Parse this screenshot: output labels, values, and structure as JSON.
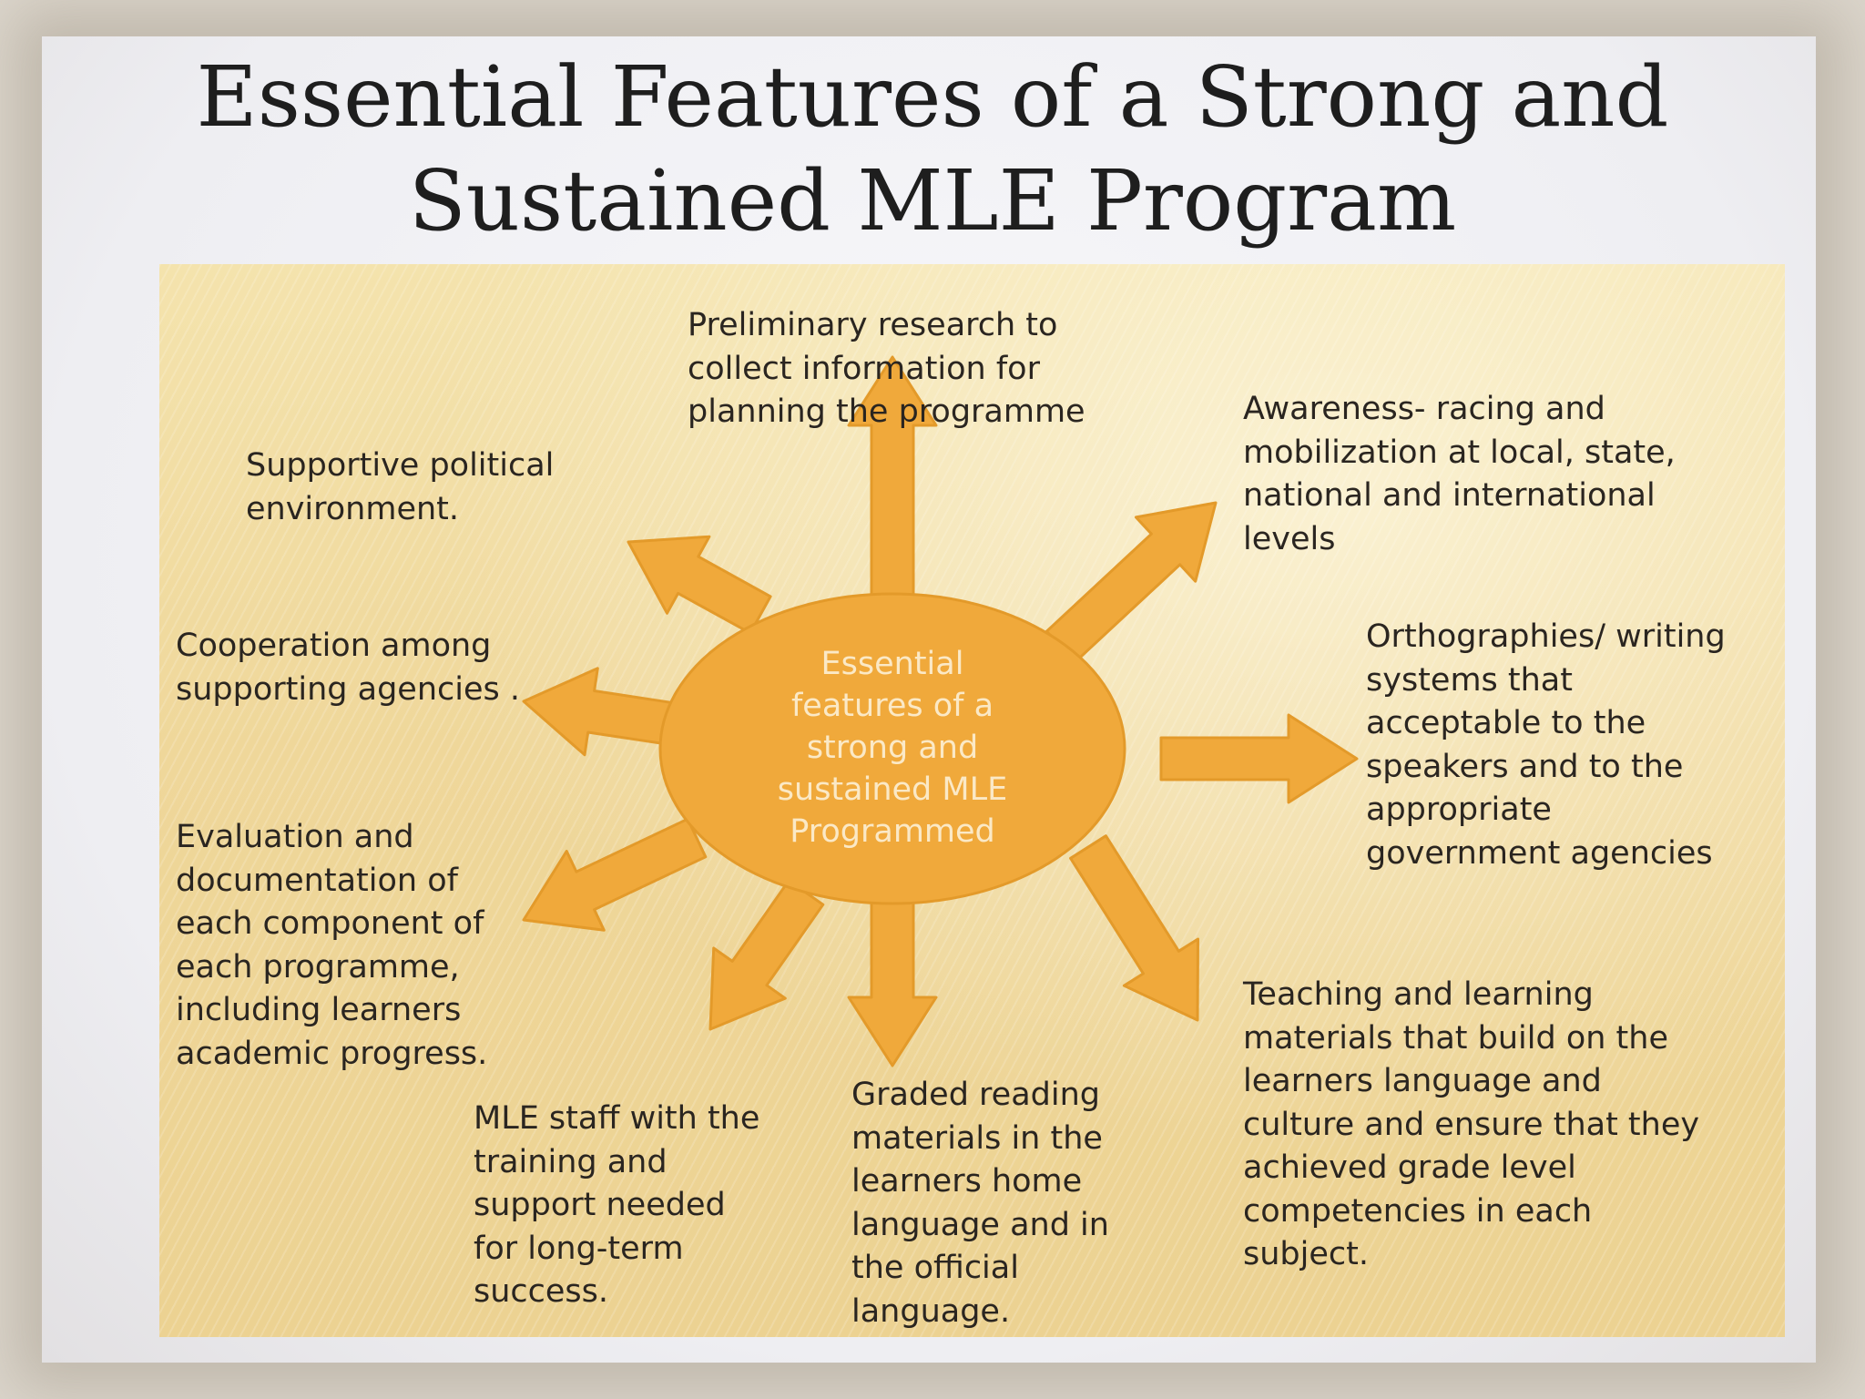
{
  "title": {
    "line1": "Essential Features of a Strong and",
    "line2": "Sustained MLE Program"
  },
  "diagram": {
    "center": "Essential\nfeatures of  a\nstrong  and\nsustained MLE\nProgrammed",
    "colors": {
      "arrow": "#f0a93b",
      "arrow_stroke": "#e39a2a",
      "center_text": "#fbe9c6",
      "background": "#f1dca0"
    },
    "features": {
      "preliminary_research": "Preliminary research to\ncollect information for\nplanning the programme",
      "awareness": "Awareness- racing and\nmobilization at local, state,\nnational and international\nlevels",
      "orthographies": "Orthographies/ writing\nsystems that\nacceptable to the\nspeakers and to the\nappropriate\ngovernment agencies",
      "teaching_materials": "Teaching and learning\nmaterials  that build on the\nlearners language and\nculture and ensure that they\nachieved grade level\ncompetencies in each\nsubject.",
      "graded_reading": "Graded reading\nmaterials in the\nlearners home\nlanguage and in\nthe official\nlanguage.",
      "mle_staff": "MLE staff with the\ntraining and\nsupport needed\nfor long-term\nsuccess.",
      "evaluation": "Evaluation and\ndocumentation of\neach component of\neach programme,\nincluding learners\nacademic progress.",
      "cooperation": "Cooperation among\nsupporting agencies .",
      "political": "Supportive political\nenvironment."
    }
  }
}
